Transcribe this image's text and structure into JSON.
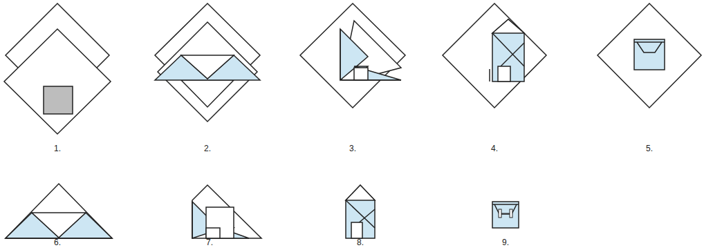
{
  "diagram": {
    "labels": [
      "1.",
      "2.",
      "3.",
      "4.",
      "5.",
      "6.",
      "7.",
      "8.",
      "9."
    ]
  }
}
